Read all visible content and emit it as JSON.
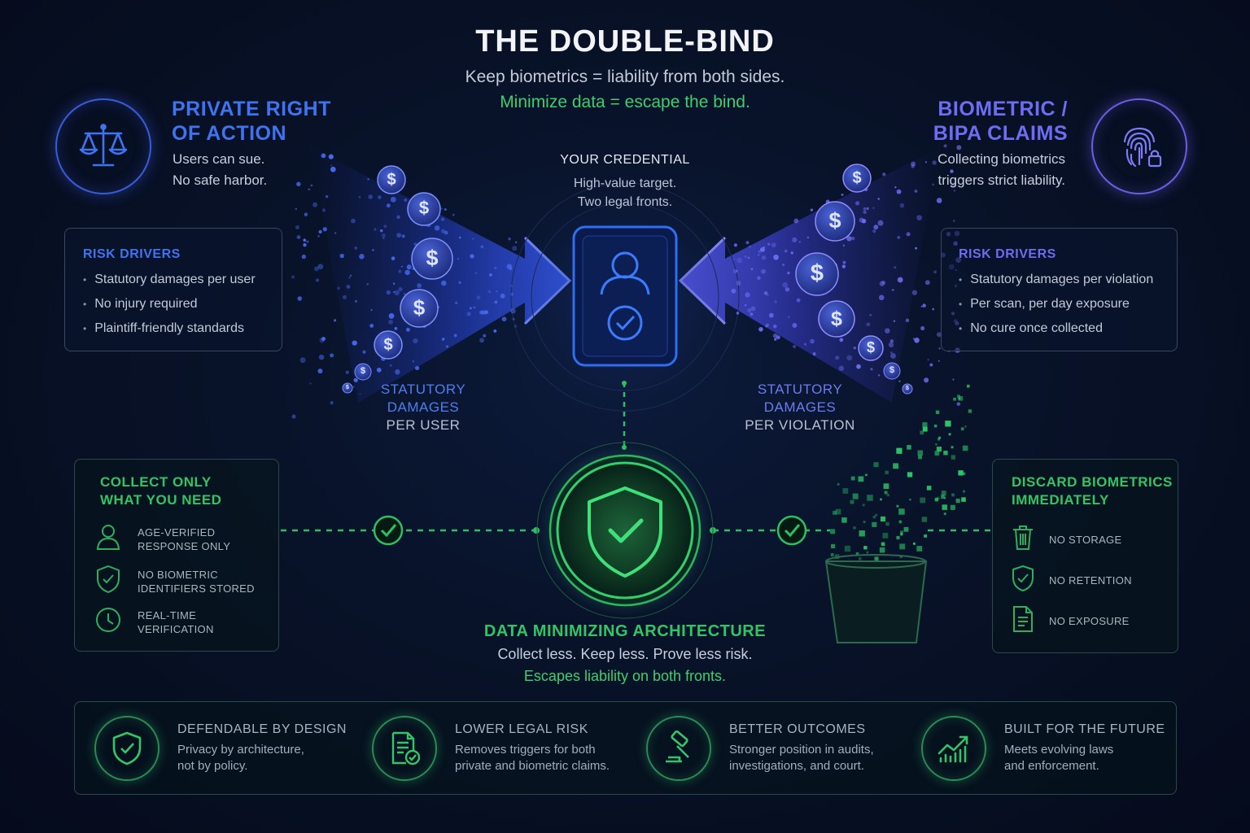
{
  "title": "THE DOUBLE-BIND",
  "subtitle": "Keep biometrics = liability from both sides.",
  "tagline": "Minimize data = escape the bind.",
  "left": {
    "heading": [
      "PRIVATE RIGHT",
      "OF ACTION"
    ],
    "desc": [
      "Users can sue.",
      "No safe harbor."
    ],
    "risk_title": "RISK DRIVERS",
    "risks": [
      "Statutory damages per user",
      "No injury required",
      "Plaintiff-friendly standards"
    ],
    "damages": [
      "STATUTORY",
      "DAMAGES"
    ],
    "damages_per": "PER USER",
    "icon": "scales-icon"
  },
  "right": {
    "heading": [
      "BIOMETRIC /",
      "BIPA CLAIMS"
    ],
    "desc": [
      "Collecting biometrics",
      "triggers strict liability."
    ],
    "risk_title": "RISK DRIVERS",
    "risks": [
      "Statutory damages per violation",
      "Per scan, per day exposure",
      "No cure once collected"
    ],
    "damages": [
      "STATUTORY",
      "DAMAGES"
    ],
    "damages_per": "PER VIOLATION",
    "icon": "fingerprint-lock-icon"
  },
  "credential": {
    "label": "YOUR CREDENTIAL",
    "desc": [
      "High-value target.",
      "Two legal fronts."
    ]
  },
  "coin_symbol": "$",
  "collect": {
    "title": [
      "COLLECT ONLY",
      "WHAT YOU NEED"
    ],
    "items": [
      {
        "icon": "user-icon",
        "text": [
          "AGE-VERIFIED",
          "RESPONSE ONLY"
        ]
      },
      {
        "icon": "shield-check-icon",
        "text": [
          "NO BIOMETRIC",
          "IDENTIFIERS STORED"
        ]
      },
      {
        "icon": "clock-icon",
        "text": [
          "REAL-TIME",
          "VERIFICATION"
        ]
      }
    ]
  },
  "discard": {
    "title": [
      "DISCARD BIOMETRICS",
      "IMMEDIATELY"
    ],
    "items": [
      {
        "icon": "trash-icon",
        "text": "NO STORAGE"
      },
      {
        "icon": "shield-check-icon",
        "text": "NO RETENTION"
      },
      {
        "icon": "document-icon",
        "text": "NO EXPOSURE"
      }
    ]
  },
  "architecture": {
    "title": "DATA MINIMIZING ARCHITECTURE",
    "line1": "Collect less. Keep less. Prove less risk.",
    "line2": "Escapes liability on both fronts."
  },
  "features": [
    {
      "icon": "shield-check-icon",
      "title": "DEFENDABLE BY DESIGN",
      "desc": [
        "Privacy by architecture,",
        "not by policy."
      ]
    },
    {
      "icon": "document-check-icon",
      "title": "LOWER LEGAL RISK",
      "desc": [
        "Removes triggers for both",
        "private and biometric claims."
      ]
    },
    {
      "icon": "gavel-icon",
      "title": "BETTER OUTCOMES",
      "desc": [
        "Stronger position in audits,",
        "investigations, and court."
      ]
    },
    {
      "icon": "growth-chart-icon",
      "title": "BUILT FOR THE FUTURE",
      "desc": [
        "Meets evolving laws",
        "and enforcement."
      ]
    }
  ],
  "colors": {
    "blue": "#3f74f0",
    "purple": "#6e6cf0",
    "green": "#33c466",
    "background": "#081228"
  }
}
